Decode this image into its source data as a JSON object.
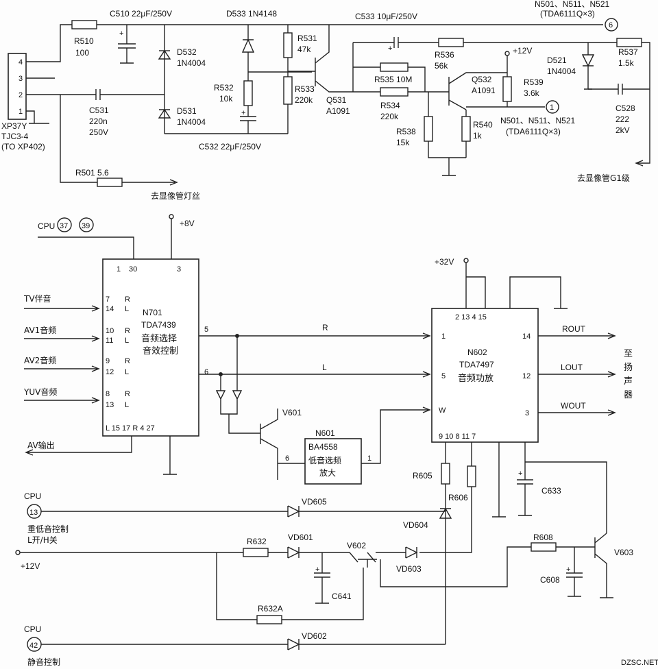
{
  "top": {
    "connector": {
      "name": "XP37Y",
      "type": "TJC3-4",
      "to": "(TO XP402)",
      "pins": [
        "4",
        "3",
        "2",
        "1"
      ]
    },
    "r510": {
      "name": "R510",
      "value": "100"
    },
    "c510": {
      "label": "C510  22μF/250V"
    },
    "d533": {
      "label": "D533  1N4148"
    },
    "c533": {
      "label": "C533  10μF/250V"
    },
    "ref_top_right": "N501、N511、N521",
    "ref_top_right2": "(TDA6111Q×3)",
    "node6": "6",
    "d532": {
      "name": "D532",
      "value": "1N4004"
    },
    "d531": {
      "name": "D531",
      "value": "1N4004"
    },
    "r531": {
      "name": "R531",
      "value": "47k"
    },
    "r532": {
      "name": "R532",
      "value": "10k"
    },
    "r533": {
      "name": "R533",
      "value": "220k"
    },
    "c532": {
      "label": "C532  22μF/250V"
    },
    "q531": {
      "name": "Q531",
      "value": "A1091"
    },
    "c531": {
      "name": "C531",
      "value": "220n",
      "voltage": "250V"
    },
    "r501": {
      "label": "R501  5.6"
    },
    "filament": "去显像管灯丝",
    "r536": {
      "name": "R536",
      "value": "56k"
    },
    "r535": {
      "label": "R535  10M"
    },
    "r534": {
      "name": "R534",
      "value": "220k"
    },
    "plus12": "+12V",
    "q532": {
      "name": "Q532",
      "value": "A1091"
    },
    "r539": {
      "name": "R539",
      "value": "3.6k"
    },
    "r538": {
      "name": "R538",
      "value": "15k"
    },
    "r540": {
      "name": "R540",
      "value": "1k"
    },
    "node1": "1",
    "ref_mid": "N501、N511、N521",
    "ref_mid2": "(TDA6111Q×3)",
    "d521": {
      "name": "D521",
      "value": "1N4004"
    },
    "r537": {
      "name": "R537",
      "value": "1.5k"
    },
    "c528": {
      "name": "C528",
      "value": "222",
      "voltage": "2kV"
    },
    "g1": "去显像管G1级"
  },
  "bottom": {
    "cpu": "CPU",
    "cpu_pin_a": "37",
    "cpu_pin_b": "39",
    "plus8": "+8V",
    "n701": {
      "name": "N701",
      "chip": "TDA7439",
      "func1": "音频选择",
      "func2": "音效控制"
    },
    "n701_pins": {
      "p1": "1",
      "p30": "30",
      "p3": "3",
      "p7": "7",
      "p14": "14",
      "p10": "10",
      "p11": "11",
      "p9": "9",
      "p12": "12",
      "p8": "8",
      "p13": "13",
      "p5": "5",
      "p6": "6",
      "bottom": "L  15  17  R  4  27"
    },
    "rl": {
      "r": "R",
      "l": "L"
    },
    "inputs": [
      "TV伴音",
      "AV1音频",
      "AV2音频",
      "YUV音频"
    ],
    "av_out": "AV输出",
    "sig_r": "R",
    "sig_l": "L",
    "plus32": "+32V",
    "n602": {
      "name": "N602",
      "chip": "TDA7497",
      "func": "音频功放"
    },
    "n602_pins": {
      "top": "2   13   4 15",
      "p1": "1",
      "p5": "5",
      "pw": "W",
      "p14": "14",
      "p12": "12",
      "p3": "3",
      "bottom": "9   10    8   11    7"
    },
    "outs": {
      "rout": "ROUT",
      "lout": "LOUT",
      "wout": "WOUT"
    },
    "speaker": "至扬声器",
    "v601": "V601",
    "n601": {
      "name": "N601",
      "chip": "BA4558",
      "func1": "低音选频",
      "func2": "放大",
      "p6": "6",
      "p1": "1"
    },
    "r605": "R605",
    "r606": "R606",
    "c633": "C633",
    "vd605": "VD605",
    "vd604": "VD604",
    "cpu13": "13",
    "bass_ctrl": "重低音控制",
    "bass_ctrl2": "L开/H关",
    "plus12": "+12V",
    "r632": "R632",
    "vd601": "VD601",
    "v602": "V602",
    "vd603": "VD603",
    "r608": "R608",
    "v603": "V603",
    "c641": "C641",
    "c608": "C608",
    "r632a": "R632A",
    "cpu42": "42",
    "vd602": "VD602",
    "mute_ctrl": "静音控制"
  },
  "watermark": "DZSC.NET"
}
